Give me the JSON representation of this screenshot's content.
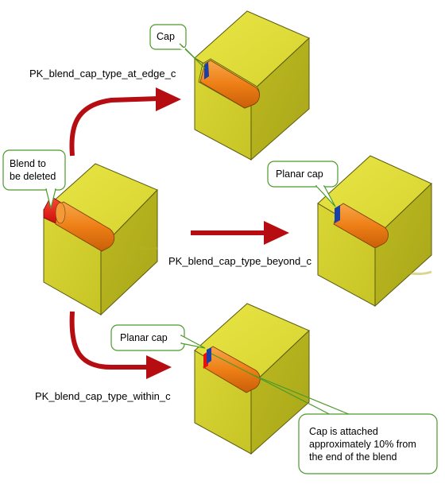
{
  "labels": {
    "at_edge": "PK_blend_cap_type_at_edge_c",
    "beyond": "PK_blend_cap_type_beyond_c",
    "within": "PK_blend_cap_type_within_c"
  },
  "callouts": {
    "cap": "Cap",
    "blend_deleted": "Blend to\nbe deleted",
    "planar_cap_right": "Planar cap",
    "planar_cap_bottom": "Planar cap",
    "cap_attached": "Cap is attached\napproximately 10% from\nthe end of the blend"
  },
  "colors": {
    "cube_face": "#c9c62a",
    "cube_edge": "#5a5a10",
    "blend": "#f07f1a",
    "deleted_blend": "#e8120d",
    "cap": "#1b3fa8",
    "arrow": "#b50d12",
    "callout_border": "#4c9a2a",
    "callout_fill": "#ffffff"
  }
}
